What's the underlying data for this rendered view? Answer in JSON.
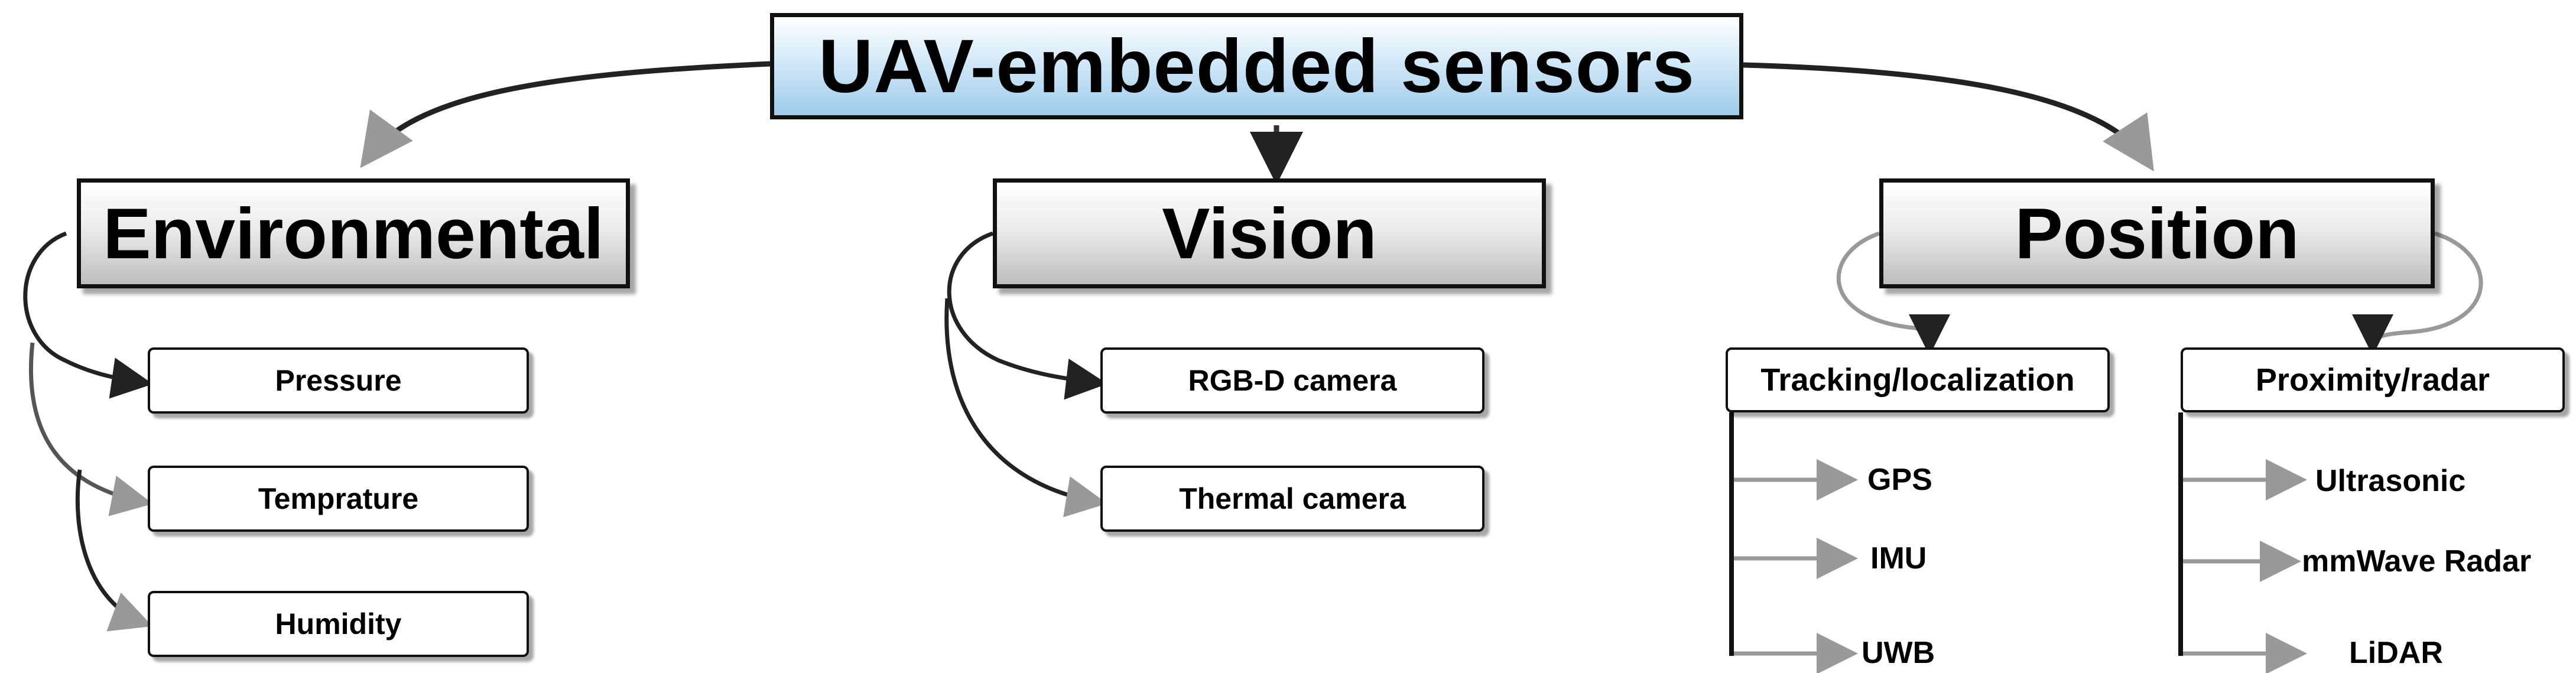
{
  "title": "UAV-embedded sensors",
  "categories": {
    "environmental": {
      "label": "Environmental",
      "items": [
        "Pressure",
        "Temprature",
        "Humidity"
      ]
    },
    "vision": {
      "label": "Vision",
      "items": [
        "RGB-D camera",
        "Thermal camera"
      ]
    },
    "position": {
      "label": "Position",
      "groups": [
        {
          "label": "Tracking/localization",
          "items": [
            "GPS",
            "IMU",
            "UWB"
          ]
        },
        {
          "label": "Proximity/radar",
          "items": [
            "Ultrasonic",
            "mmWave Radar",
            "LiDAR"
          ]
        }
      ]
    }
  }
}
